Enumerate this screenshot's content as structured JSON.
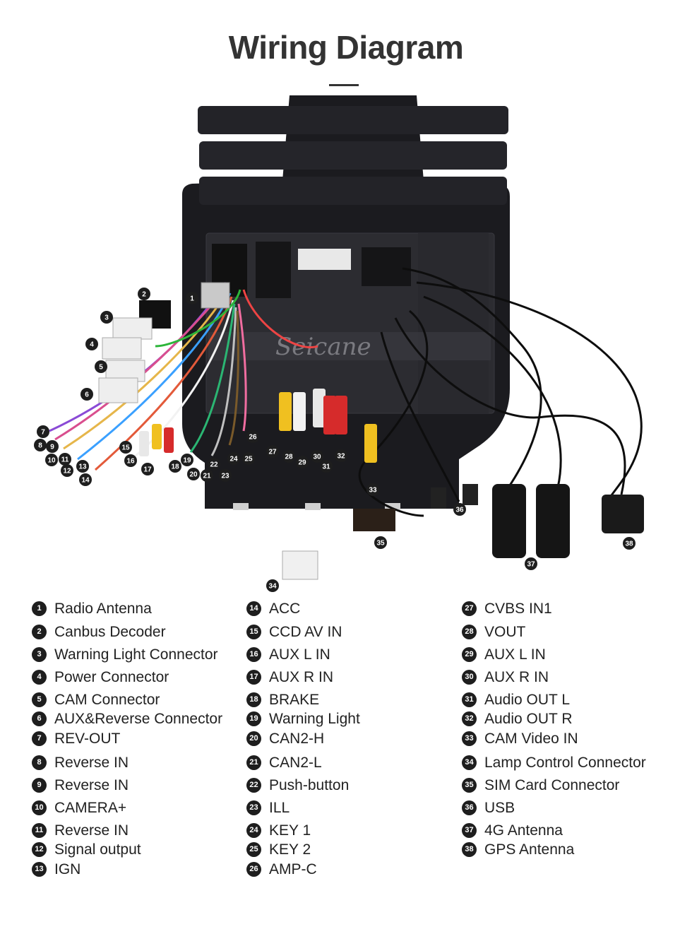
{
  "header": {
    "title": "Wiring Diagram"
  },
  "watermark": "Seicane",
  "colors": {
    "title": "#333333",
    "badge": "#1e1e1e",
    "unit": "#1b1b1f",
    "cable": "#0d0d0d"
  },
  "callouts": [
    "1",
    "2",
    "3",
    "4",
    "5",
    "6",
    "7",
    "8",
    "9",
    "10",
    "11",
    "12",
    "13",
    "14",
    "15",
    "16",
    "17",
    "18",
    "19",
    "20",
    "21",
    "22",
    "23",
    "24",
    "25",
    "26",
    "27",
    "28",
    "29",
    "30",
    "31",
    "32",
    "33",
    "34",
    "35",
    "36",
    "37",
    "38"
  ],
  "legend": [
    {
      "n": "1",
      "label": "Radio Antenna"
    },
    {
      "n": "2",
      "label": "Canbus Decoder"
    },
    {
      "n": "3",
      "label": "Warning Light Connector"
    },
    {
      "n": "4",
      "label": "Power Connector"
    },
    {
      "n": "5",
      "label": "CAM Connector"
    },
    {
      "n": "6",
      "label": "AUX&Reverse Connector"
    },
    {
      "n": "7",
      "label": "REV-OUT"
    },
    {
      "n": "8",
      "label": "Reverse IN"
    },
    {
      "n": "9",
      "label": "Reverse IN"
    },
    {
      "n": "10",
      "label": "CAMERA+"
    },
    {
      "n": "11",
      "label": "Reverse IN"
    },
    {
      "n": "12",
      "label": "Signal output"
    },
    {
      "n": "13",
      "label": "IGN"
    },
    {
      "n": "14",
      "label": "ACC"
    },
    {
      "n": "15",
      "label": "CCD AV IN"
    },
    {
      "n": "16",
      "label": "AUX L IN"
    },
    {
      "n": "17",
      "label": "AUX R IN"
    },
    {
      "n": "18",
      "label": "BRAKE"
    },
    {
      "n": "19",
      "label": "Warning Light"
    },
    {
      "n": "20",
      "label": "CAN2-H"
    },
    {
      "n": "21",
      "label": "CAN2-L"
    },
    {
      "n": "22",
      "label": "Push-button"
    },
    {
      "n": "23",
      "label": "ILL"
    },
    {
      "n": "24",
      "label": "KEY 1"
    },
    {
      "n": "25",
      "label": "KEY 2"
    },
    {
      "n": "26",
      "label": "AMP-C"
    },
    {
      "n": "27",
      "label": "CVBS IN1"
    },
    {
      "n": "28",
      "label": "VOUT"
    },
    {
      "n": "29",
      "label": "AUX L IN"
    },
    {
      "n": "30",
      "label": "AUX R IN"
    },
    {
      "n": "31",
      "label": "Audio OUT L"
    },
    {
      "n": "32",
      "label": "Audio OUT R"
    },
    {
      "n": "33",
      "label": "CAM Video IN"
    },
    {
      "n": "34",
      "label": "Lamp Control Connector"
    },
    {
      "n": "35",
      "label": "SIM Card Connector"
    },
    {
      "n": "36",
      "label": "USB"
    },
    {
      "n": "37",
      "label": "4G Antenna"
    },
    {
      "n": "38",
      "label": "GPS Antenna"
    }
  ]
}
